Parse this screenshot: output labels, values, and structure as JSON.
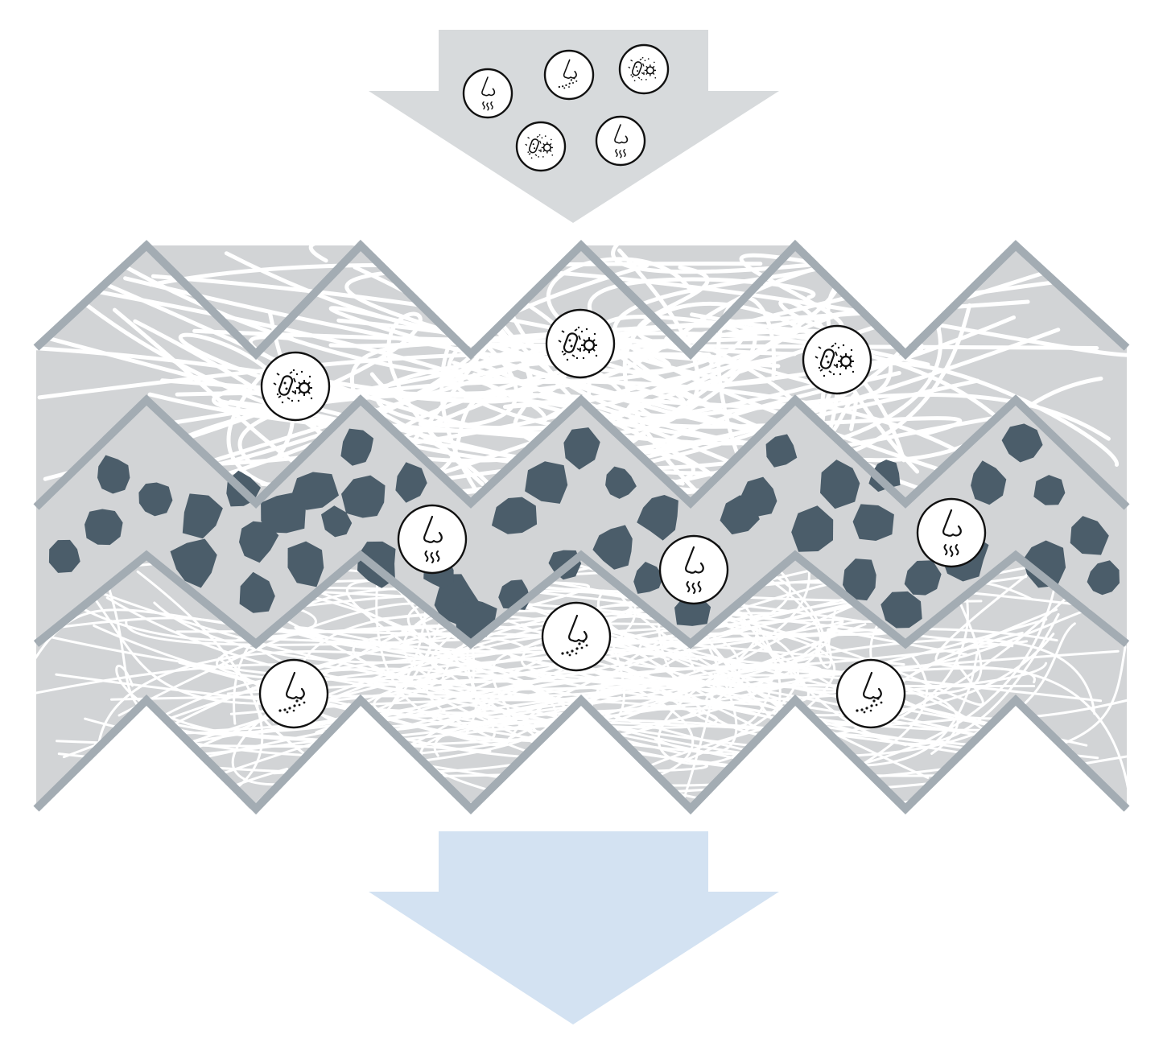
{
  "colors": {
    "background": "#ffffff",
    "inflow_arrow": "#d7dadc",
    "outflow_arrow": "#d3e2f2",
    "filter_fill": "#d2d4d6",
    "filter_border": "#a3acb3",
    "fibers": "#ffffff",
    "carbon_granules": "#4b5d6a",
    "icon_stroke": "#111111",
    "icon_fill": "#ffffff"
  },
  "layers": [
    {
      "name": "coarse-fiber-layer",
      "material": "fibers"
    },
    {
      "name": "activated-carbon-layer",
      "material": "carbon-granules"
    },
    {
      "name": "fine-fiber-layer",
      "material": "fibers"
    }
  ],
  "inflow_particles": [
    "odor-icon",
    "dust-icon",
    "germs-icon",
    "germs-icon",
    "odor-icon"
  ],
  "trapped_particles": {
    "coarse-fiber-layer": [
      "germs-icon",
      "germs-icon",
      "germs-icon"
    ],
    "activated-carbon-layer": [
      "odor-icon",
      "odor-icon",
      "odor-icon"
    ],
    "fine-fiber-layer": [
      "dust-icon",
      "dust-icon",
      "dust-icon"
    ]
  },
  "outflow": "clean-air-arrow"
}
